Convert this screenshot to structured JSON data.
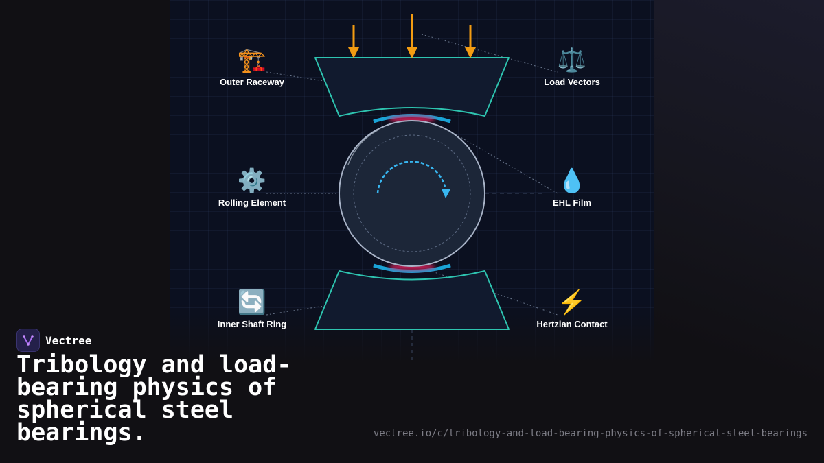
{
  "brand": {
    "name": "Vectree",
    "logo_icon": "vectree-logo-icon"
  },
  "title": "Tribology and load-bearing physics of spherical steel bearings.",
  "url": "vectree.io/c/tribology-and-load-bearing-physics-of-spherical-steel-bearings",
  "diagram": {
    "nodes": [
      {
        "id": "outer-raceway",
        "icon": "crane-icon",
        "emoji": "🏗️",
        "label": "Outer Raceway"
      },
      {
        "id": "load-vectors",
        "icon": "balance-scale-icon",
        "emoji": "⚖️",
        "label": "Load Vectors"
      },
      {
        "id": "rolling-element",
        "icon": "gear-icon",
        "emoji": "⚙️",
        "label": "Rolling Element"
      },
      {
        "id": "ehl-film",
        "icon": "droplet-icon",
        "emoji": "💧",
        "label": "EHL Film"
      },
      {
        "id": "inner-shaft-ring",
        "icon": "rotate-arrows-icon",
        "emoji": "🔄",
        "label": "Inner Shaft Ring"
      },
      {
        "id": "hertzian-contact",
        "icon": "lightning-icon",
        "emoji": "⚡",
        "label": "Hertzian Contact"
      }
    ]
  },
  "colors": {
    "raceway_stroke": "#2ec4b0",
    "load_arrow": "#f39c12",
    "lubricant_film": "#1aa3d6",
    "contact_zone": "#e0245e",
    "rotation_arrow": "#38b6f0",
    "ball_stroke": "#a9b4c8"
  }
}
